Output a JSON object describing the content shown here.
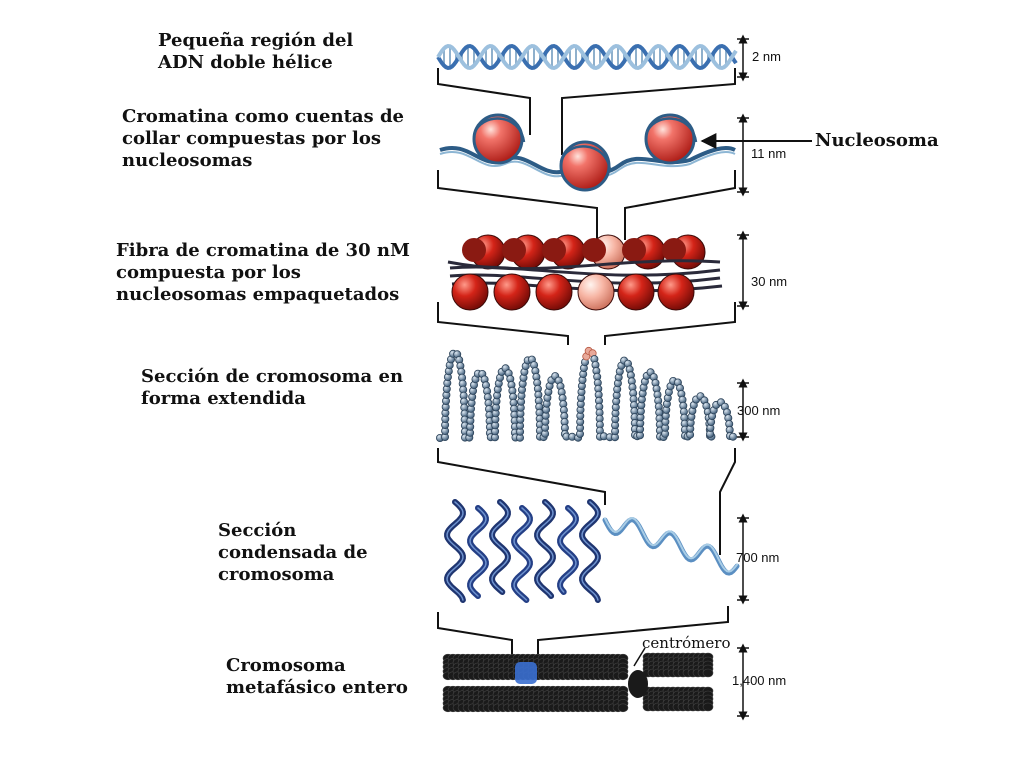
{
  "labels": {
    "dna": "Pequeña región del\nADN doble hélice",
    "beads": "Cromatina como cuentas de\ncollar compuestas por los\nnucleosomas",
    "fiber": "Fibra de cromatina de 30 nM\ncompuesta por los\nnucleosomas empaquetados",
    "extended": "Sección de cromosoma en\nforma extendida",
    "condensed": "Sección\ncondensada de\ncromosoma",
    "metaphase": "Cromosoma\nmetafásico entero",
    "nucleosome": "Nucleosoma",
    "centromere": "centrómero"
  },
  "dimensions": {
    "dna": "2 nm",
    "beads": "11 nm",
    "fiber": "30 nm",
    "extended": "300 nm",
    "condensed": "700 nm",
    "metaphase": "1,400 nm"
  },
  "colors": {
    "dna_strand": "#3a6fb0",
    "bead": "#d9332b",
    "bead_highlight": "#f6b3a4",
    "chromosome": "#1a1a1a",
    "coil": "#2a4f9a"
  }
}
